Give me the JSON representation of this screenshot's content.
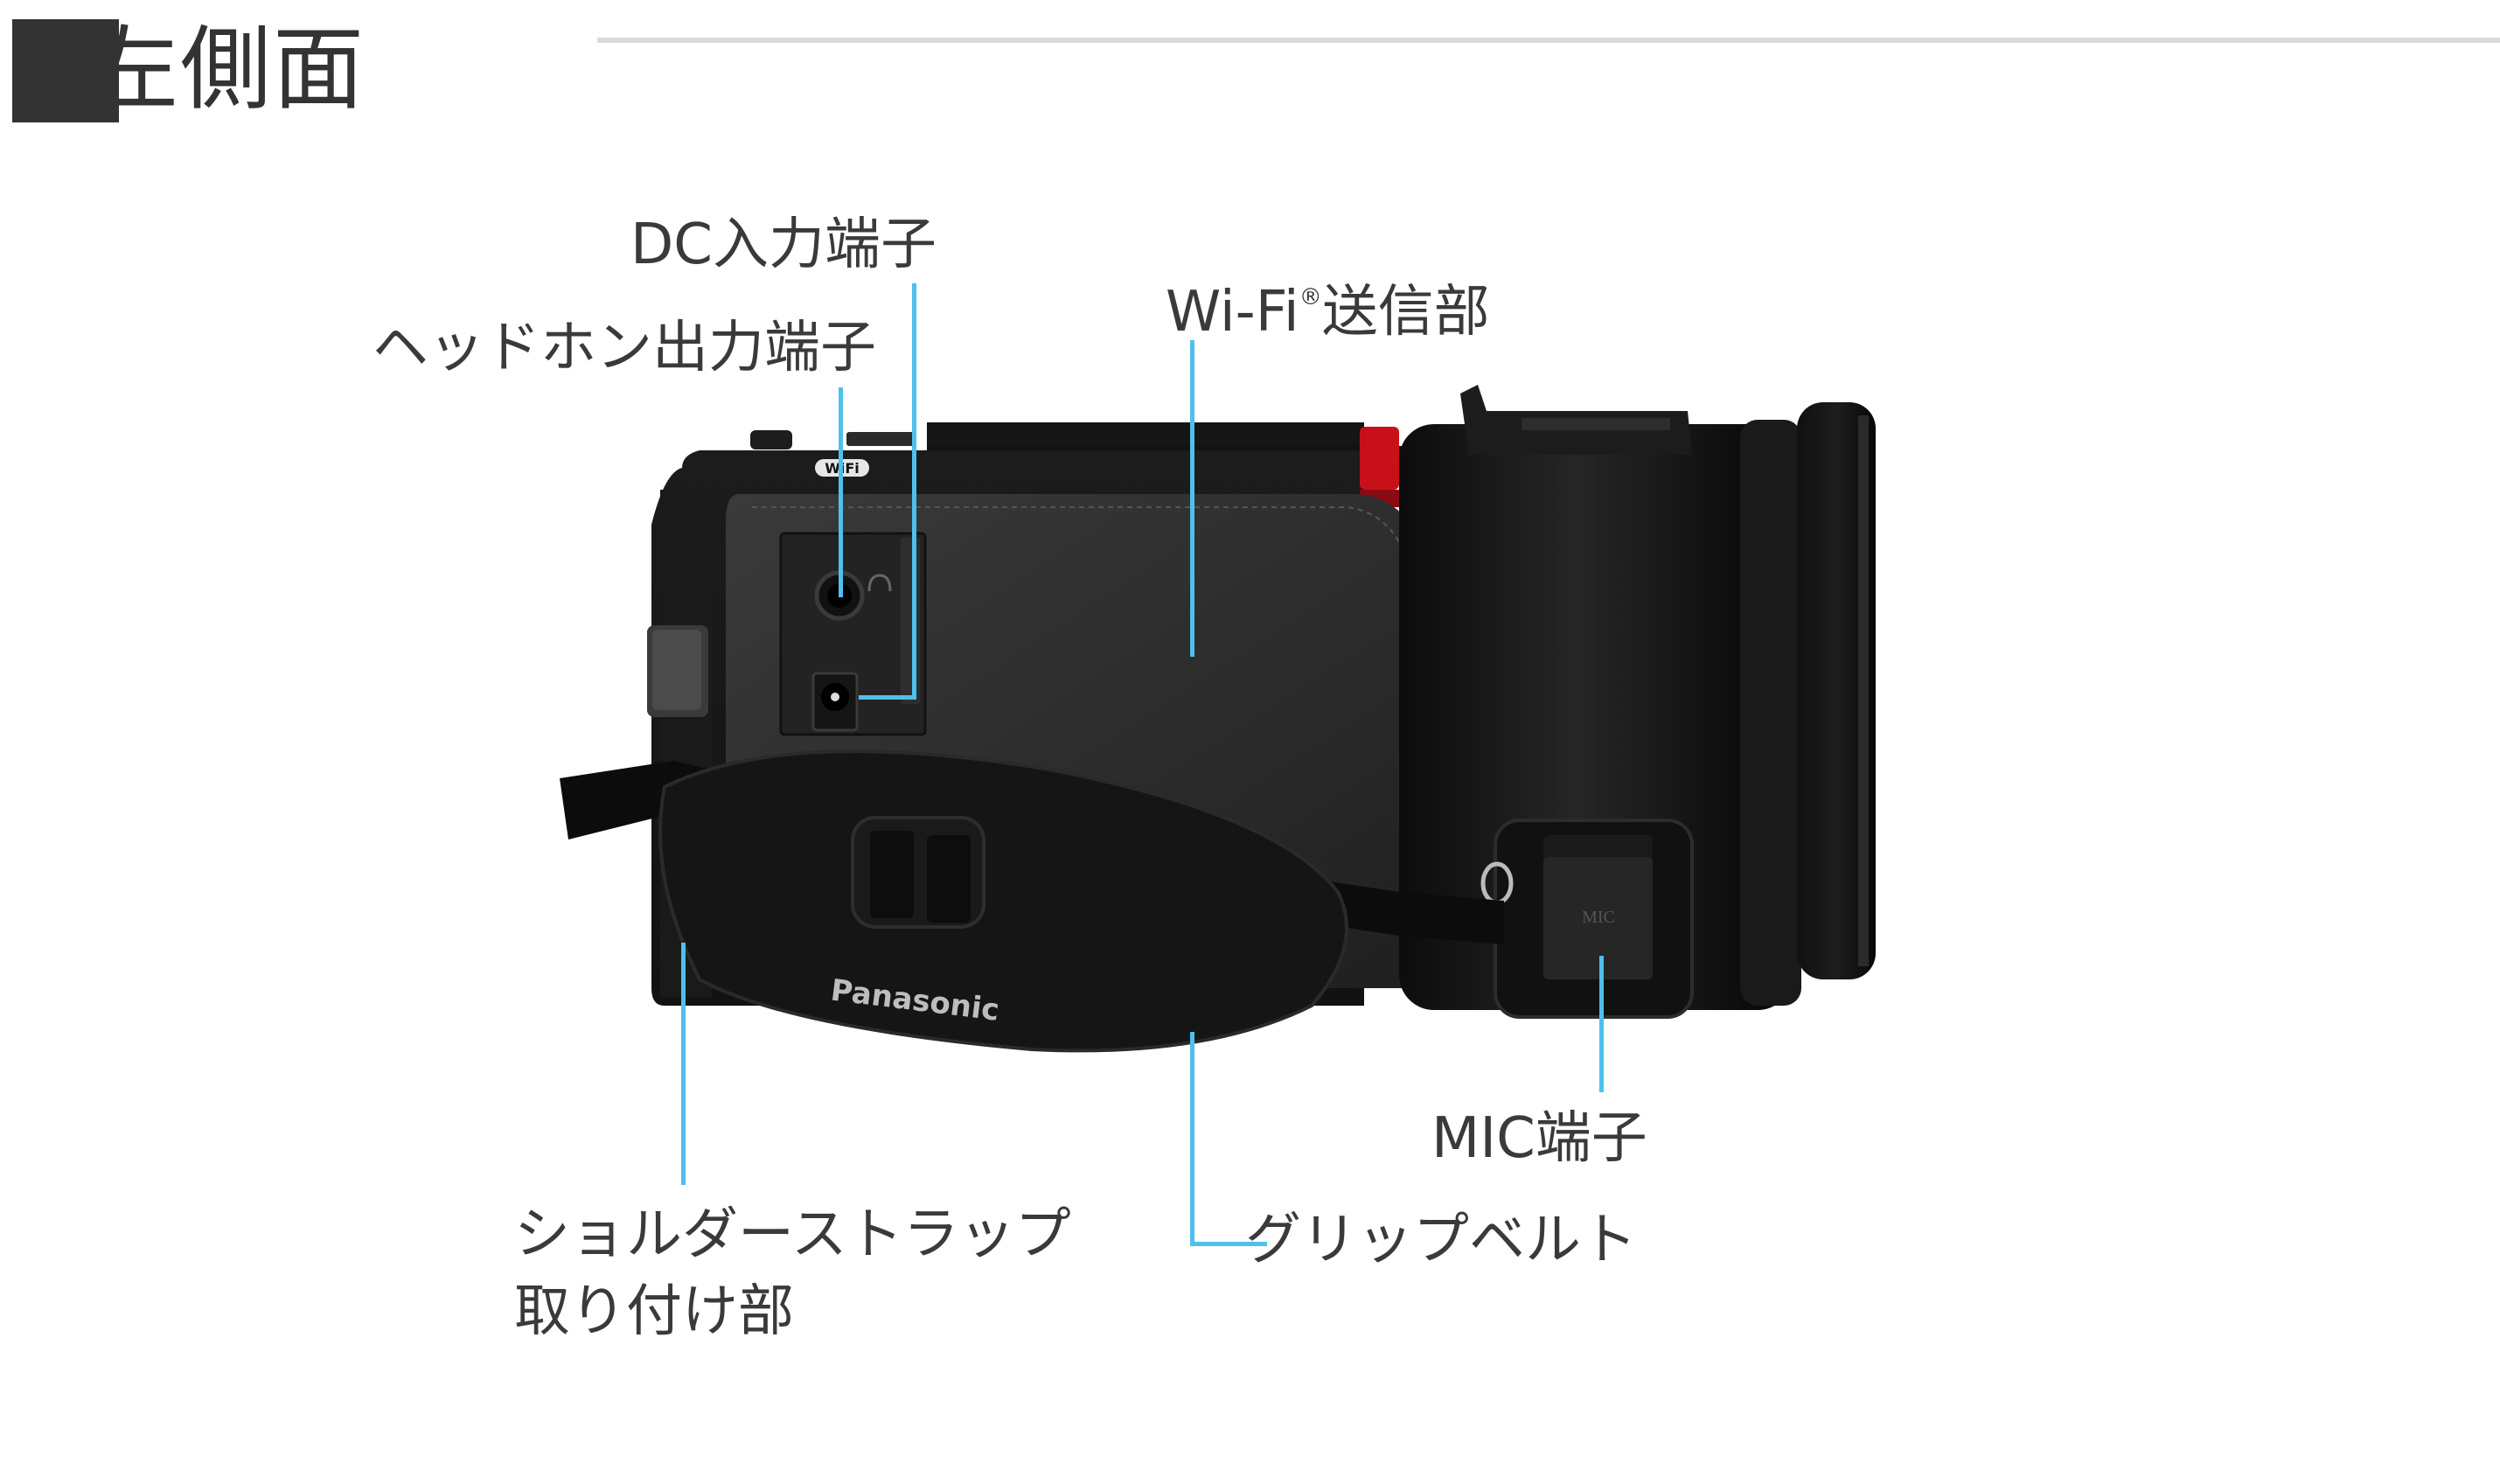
{
  "header": {
    "title": "左側面",
    "marker": "filled-square"
  },
  "figure": {
    "subject": "Panasonic video camera, left side view",
    "brand_logo": "Panasonic",
    "wifi_mark": "WiFi",
    "mic_cover_text": "MIC",
    "leader_line_color": "#4ec0ed",
    "text_color": "#3a3a3a"
  },
  "callouts": {
    "dc_input": "DC入力端子",
    "headphone_output": "ヘッドホン出力端子",
    "wifi_prefix": "Wi-Fi",
    "wifi_registered": "®",
    "wifi_suffix": "送信部",
    "mic_terminal": "MIC端子",
    "grip_belt": "グリップベルト",
    "shoulder_strap_line1": "ショルダーストラップ",
    "shoulder_strap_line2": "取り付け部"
  }
}
